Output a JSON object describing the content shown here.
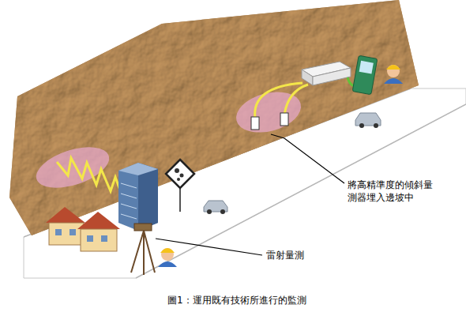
{
  "diagram": {
    "caption": "圖1：運用既有技術所進行的監測",
    "labels": [
      "將高精準度的傾斜量測器埋入邊坡中",
      "雷射量測"
    ]
  }
}
